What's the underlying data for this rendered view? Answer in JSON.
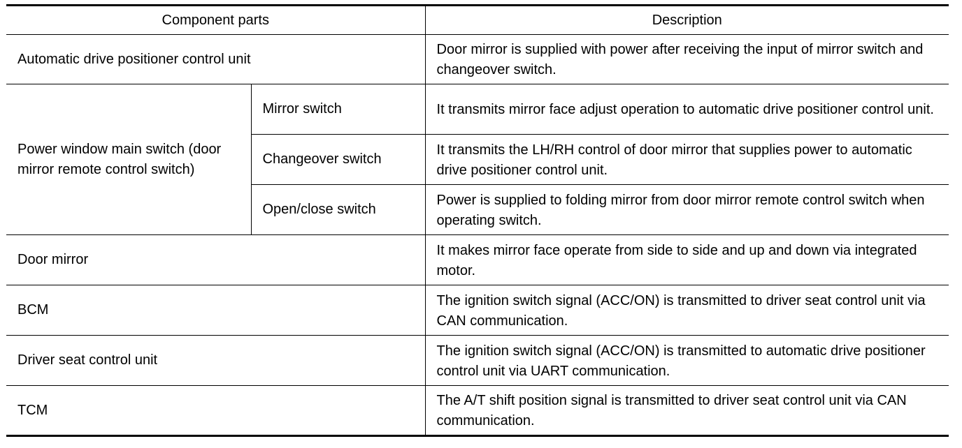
{
  "table": {
    "headers": {
      "component": "Component parts",
      "description": "Description"
    },
    "rows": [
      {
        "component": "Automatic drive positioner control unit",
        "description": "Door mirror is supplied with power after receiving the input of mirror switch and changeover switch."
      },
      {
        "group": "Power window main switch (door mirror remote control switch)",
        "subrows": [
          {
            "component": "Mirror switch",
            "description": "It transmits mirror face adjust operation to automatic drive positioner control unit."
          },
          {
            "component": "Changeover switch",
            "description": "It transmits the LH/RH control of door mirror that supplies power to automatic drive positioner control unit."
          },
          {
            "component": "Open/close switch",
            "description": "Power is supplied to folding mirror from door mirror remote control switch when operating switch."
          }
        ]
      },
      {
        "component": "Door mirror",
        "description": "It makes mirror face operate from side to side and up and down via integrated motor."
      },
      {
        "component": "BCM",
        "description": "The ignition switch signal (ACC/ON) is transmitted to driver seat control unit via CAN communication."
      },
      {
        "component": "Driver seat control unit",
        "description": "The ignition switch signal (ACC/ON) is transmitted to automatic drive positioner control unit via UART communication."
      },
      {
        "component": "TCM",
        "description": "The A/T shift position signal is transmitted to driver seat control unit via CAN communication."
      }
    ]
  }
}
